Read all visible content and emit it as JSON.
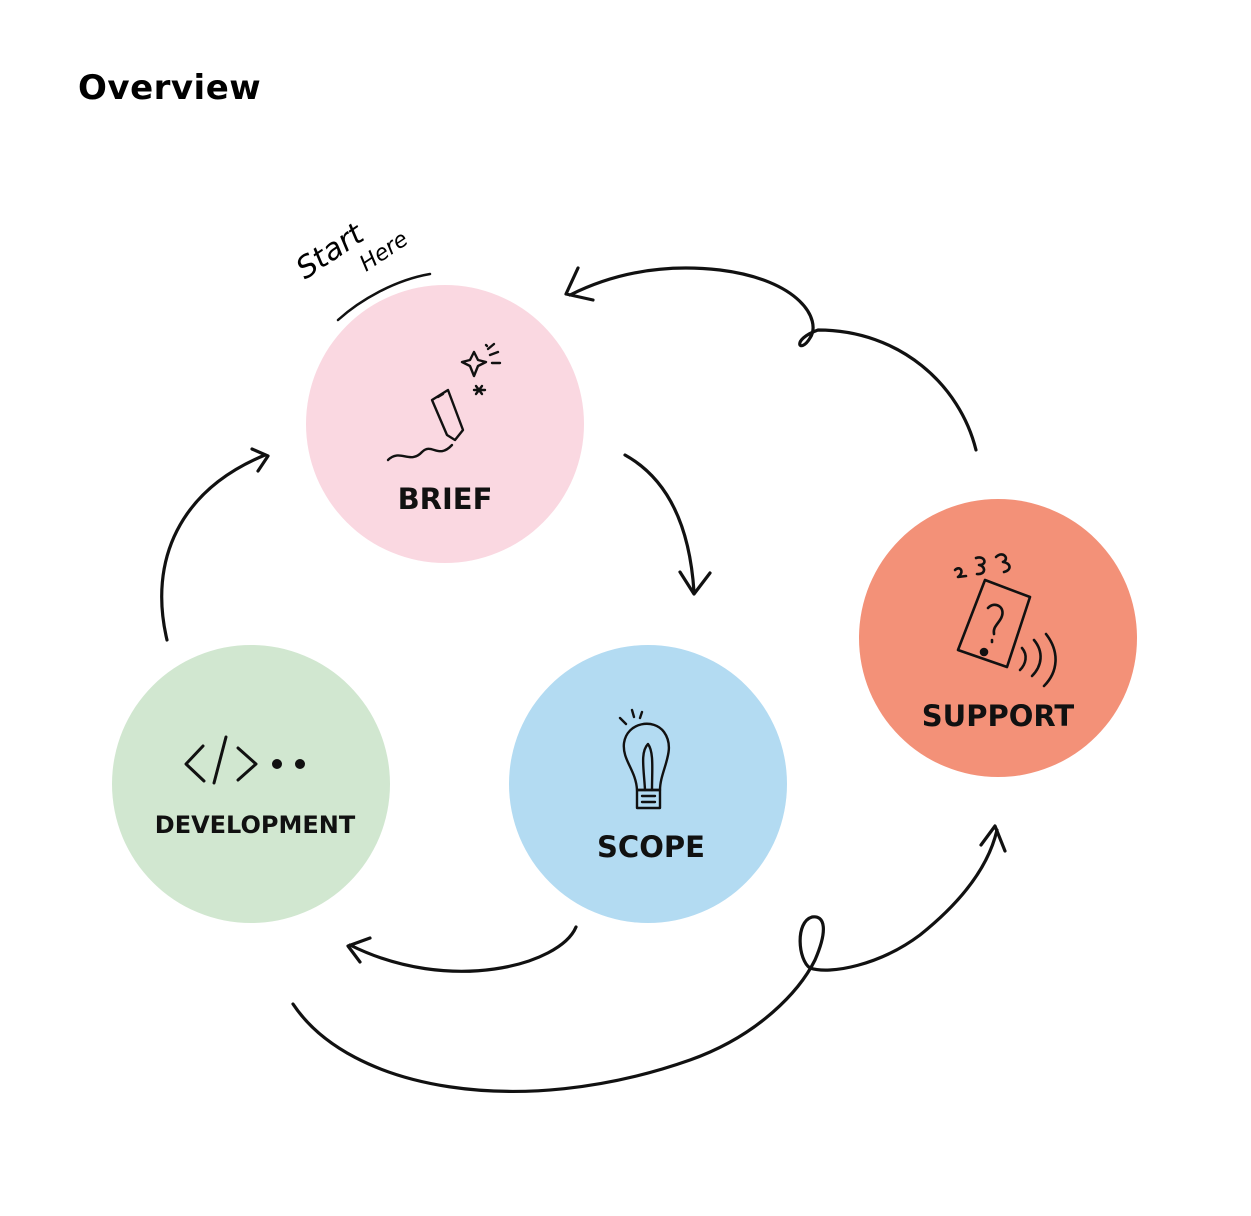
{
  "title": "Overview",
  "start_note": {
    "line1": "Start",
    "line2": "Here"
  },
  "colors": {
    "brief": "#fad8e1",
    "scope": "#b3dbf2",
    "development": "#d1e7d0",
    "support": "#f39178",
    "stroke": "#111111"
  },
  "nodes": {
    "brief": {
      "label": "BRIEF",
      "icon": "pencil-sparkle-icon"
    },
    "scope": {
      "label": "SCOPE",
      "icon": "lightbulb-icon"
    },
    "development": {
      "label": "DEVELOPMENT",
      "icon": "code-brackets-icon"
    },
    "support": {
      "label": "SUPPORT",
      "icon": "phone-question-icon"
    }
  }
}
